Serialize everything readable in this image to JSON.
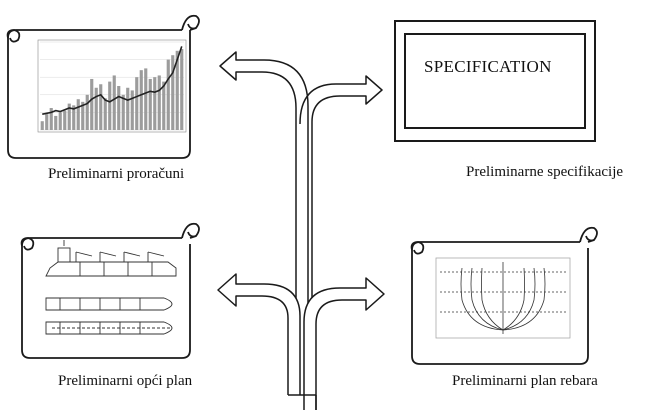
{
  "panels": {
    "calculations": {
      "caption": "Preliminarni proračuni",
      "chart_data": {
        "type": "bar",
        "bars_values": [
          10,
          18,
          25,
          16,
          20,
          22,
          30,
          28,
          35,
          32,
          40,
          58,
          48,
          52,
          36,
          55,
          62,
          50,
          40,
          48,
          45,
          60,
          68,
          70,
          58,
          60,
          62,
          55,
          80,
          85,
          90,
          92
        ],
        "line_values": [
          18,
          19,
          20,
          22,
          21,
          23,
          25,
          24,
          26,
          28,
          30,
          35,
          38,
          40,
          34,
          32,
          35,
          38,
          36,
          34,
          36,
          38,
          40,
          42,
          44,
          43,
          45,
          50,
          58,
          65,
          80,
          95
        ],
        "ylim": [
          0,
          100
        ]
      }
    },
    "specification": {
      "caption": "Preliminarne specifikacije",
      "box_text": "SPECIFICATION"
    },
    "general_plan": {
      "caption": "Preliminarni opći plan"
    },
    "frame_plan": {
      "caption": "Preliminarni plan rebara"
    }
  },
  "colors": {
    "stroke": "#1a1a1a",
    "bar": "#9c9c9c",
    "line": "#222222"
  }
}
